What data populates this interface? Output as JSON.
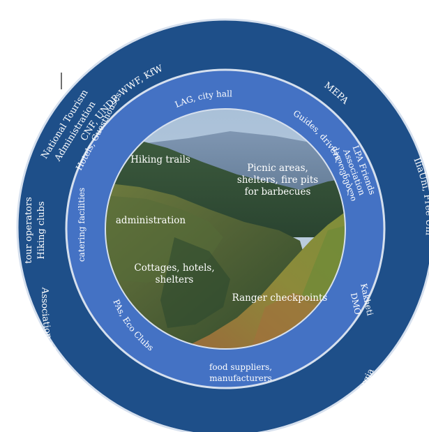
{
  "colors": {
    "outer_ring": "#1e4f89",
    "middle_ring": "#4472c4",
    "ring_border": "#d6e0ee",
    "text": "#ffffff"
  },
  "outer_ring_labels": {
    "cnf": "CNF, UNDP, WWF, KfW",
    "mepa": "MEPA",
    "iliauni": "IliaUni, Free Uni",
    "bank": "Bank of Georgia",
    "association": "Association of Friends of",
    "tour_operators": "tour operators",
    "hiking_clubs": "Hiking clubs",
    "nta_1": "National Tourism",
    "nta_2": "Administration"
  },
  "middle_ring_labels": {
    "lag": "LAG, city hall",
    "guides": "Guides, drivers",
    "lpa_1": "LPA Friends",
    "lpa_2": "Association",
    "lpa_3": "ძალოვნებლი",
    "kakheti": "Kakheti",
    "dmo": "DMO",
    "food_1": "food suppliers,",
    "food_2": "manufacturers",
    "pas": "PAs, Eco Clubs",
    "catering": "catering facilities",
    "hotels": "Hotels, Guesthouses"
  },
  "inner_labels": {
    "hiking": "Hiking trails",
    "picnic_1": "Picnic areas,",
    "picnic_2": "shelters, fire pits",
    "picnic_3": "for barbecues",
    "administration": "administration",
    "cottages_1": "Cottages, hotels,",
    "cottages_2": "shelters",
    "ranger": "Ranger checkpoints"
  }
}
